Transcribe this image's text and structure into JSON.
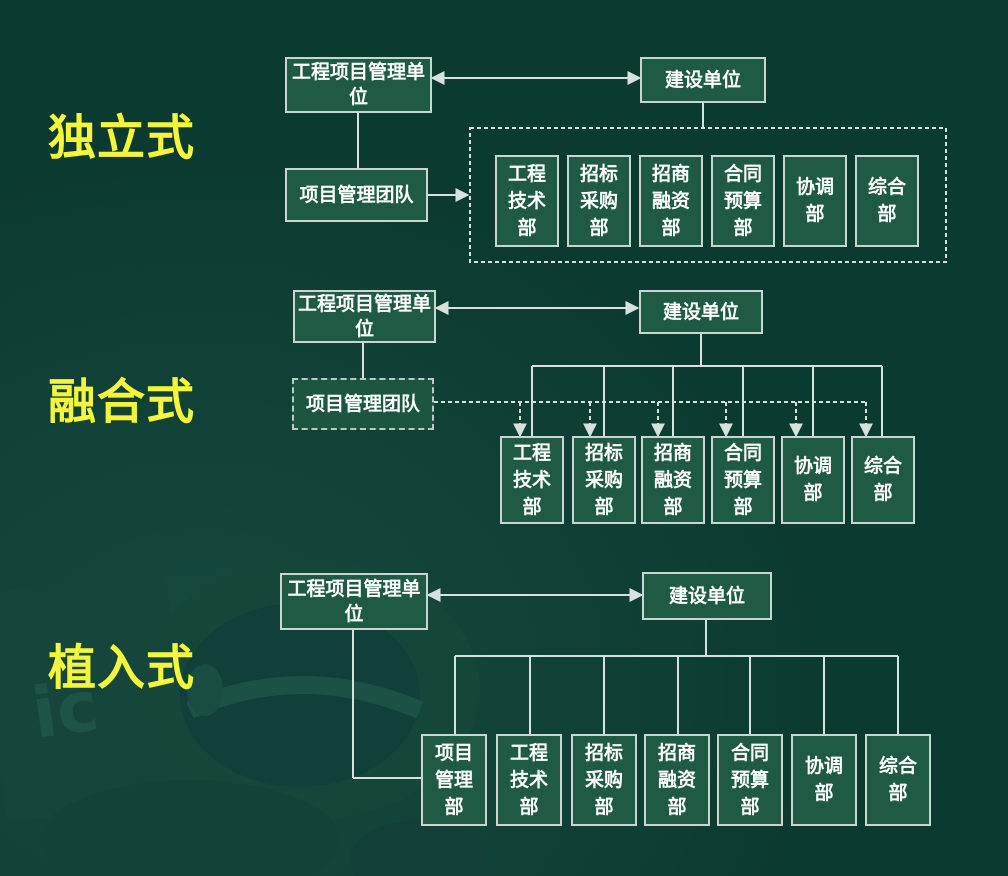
{
  "sections": {
    "independent": {
      "label": "独立式",
      "pm_unit": "工程项目管理单位",
      "owner": "建设单位",
      "team": "项目管理团队",
      "depts": [
        "工程技术部",
        "招标采购部",
        "招商融资部",
        "合同预算部",
        "协调部",
        "综合部"
      ]
    },
    "merged": {
      "label": "融合式",
      "pm_unit": "工程项目管理单位",
      "owner": "建设单位",
      "team": "项目管理团队",
      "depts": [
        "工程技术部",
        "招标采购部",
        "招商融资部",
        "合同预算部",
        "协调部",
        "综合部"
      ]
    },
    "embedded": {
      "label": "植入式",
      "pm_unit": "工程项目管理单位",
      "owner": "建设单位",
      "depts": [
        "项目管理部",
        "工程技术部",
        "招标采购部",
        "招商融资部",
        "合同预算部",
        "协调部",
        "综合部"
      ]
    }
  },
  "colors": {
    "background": "#0b3a30",
    "box_fill": "#1e5a44",
    "box_border": "#c9d6cf",
    "label": "#f5f53c"
  }
}
